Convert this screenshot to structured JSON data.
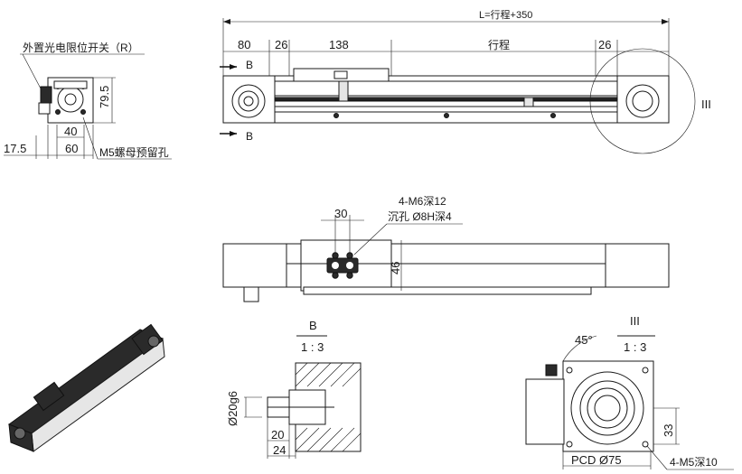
{
  "dims": {
    "overall_length": "L=行程+350",
    "d80": "80",
    "d26_left": "26",
    "d138": "138",
    "stroke_label": "行程",
    "d26_right": "26",
    "section_b_top": "B",
    "section_b_bottom": "B",
    "detail_iii": "III",
    "end_79_5": "79.5",
    "end_40": "40",
    "end_60": "60",
    "end_17_5": "17.5",
    "sensor_label": "外置光电限位开关（R）",
    "nut_hole_label": "M5螺母预留孔",
    "top_30": "30",
    "top_46": "46",
    "m6_label": "4-M6深12",
    "counterbore_label": "沉孔 Ø8H深4",
    "b_view_title": "B",
    "b_view_scale": "1 : 3",
    "b_shaft_dia": "Ø20g6",
    "b_20": "20",
    "b_24": "24",
    "iii_view_title": "III",
    "iii_view_scale": "1 : 3",
    "angle_45": "45°",
    "pcd_label": "PCD Ø75",
    "d33": "33",
    "m5_label": "4-M5深10"
  },
  "colors": {
    "line": "#1a1a1a",
    "shade": "#2a2a2a",
    "background": "#ffffff"
  }
}
